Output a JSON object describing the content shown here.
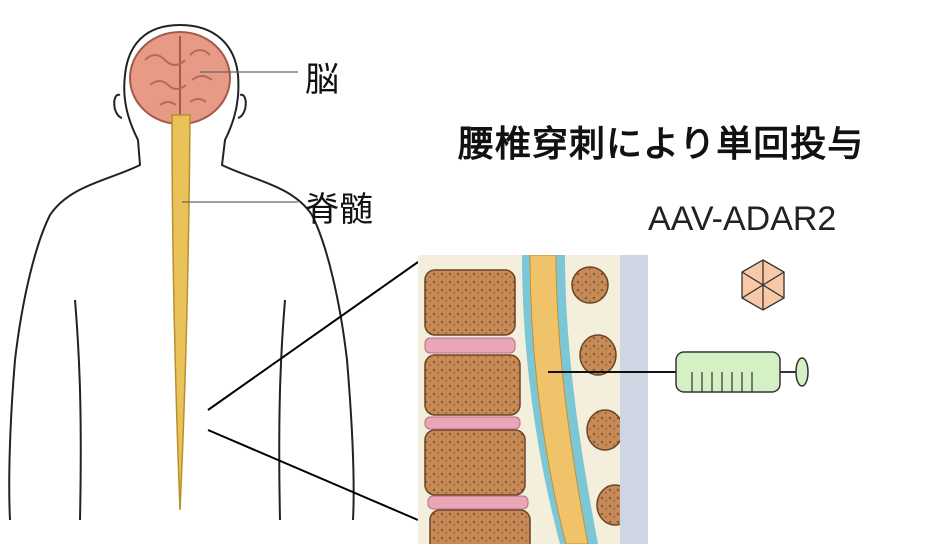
{
  "labels": {
    "brain": "脳",
    "spinal_cord": "脊髄",
    "procedure": "腰椎穿刺により単回投与",
    "vector": "AAV-ADAR2"
  },
  "colors": {
    "brain": "#e79a86",
    "spinal_cord": "#e9c25a",
    "disc": "#e9a6b8",
    "vertebra": "#c98e5b",
    "syringe": "#d4f0c4",
    "capsid": "#f7c9a7",
    "csf_blue": "#4fb7c9"
  },
  "icons": [
    "human-outline",
    "brain-icon",
    "spinal-cord-icon",
    "spine-cross-section",
    "syringe-icon",
    "aav-capsid-icon"
  ]
}
